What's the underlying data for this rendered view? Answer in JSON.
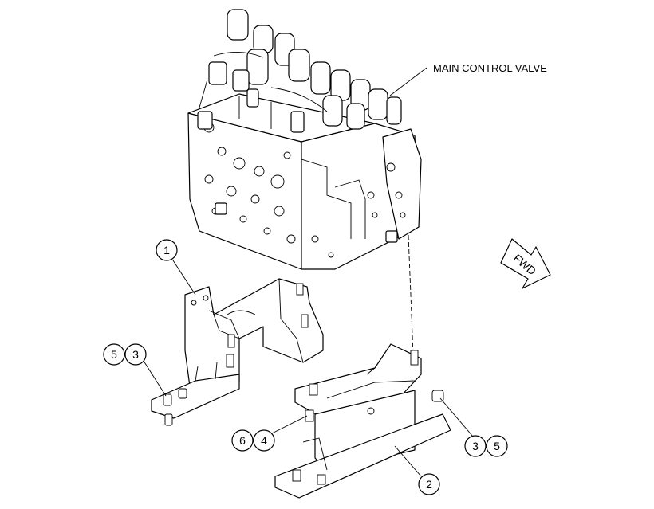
{
  "diagram": {
    "main_label": "MAIN CONTROL VALVE",
    "direction_label": "FWD",
    "callouts": {
      "c1": "1",
      "c2": "2",
      "c3a": "3",
      "c5a": "5",
      "c3b": "3",
      "c5b": "5",
      "c4": "4",
      "c6": "6"
    }
  }
}
